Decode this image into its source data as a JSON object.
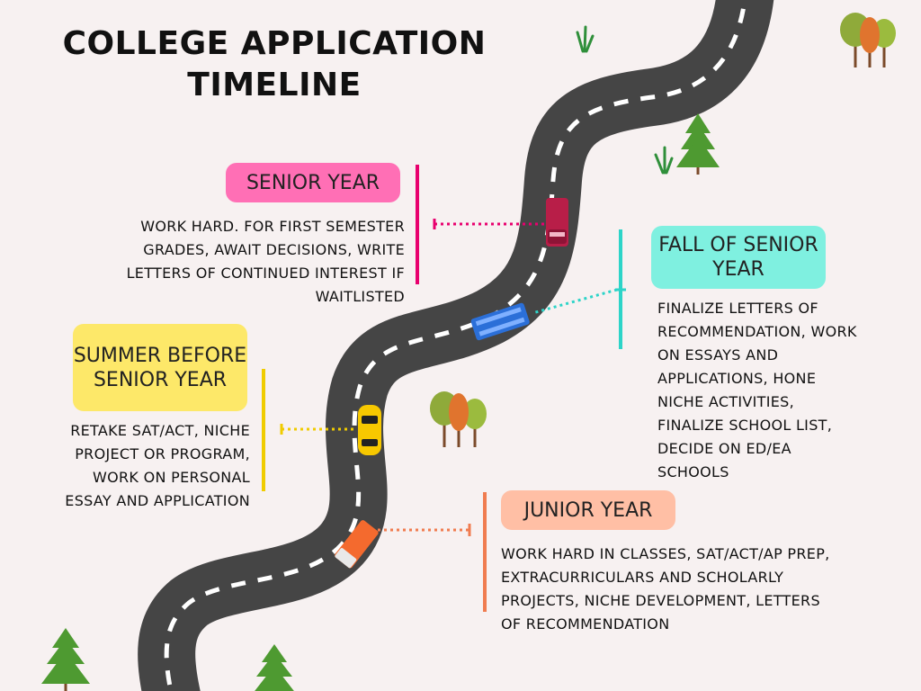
{
  "title": "COLLEGE APPLICATION TIMELINE",
  "stages": [
    {
      "label": "SENIOR YEAR",
      "description": "WORK HARD. FOR FIRST SEMESTER GRADES, AWAIT DECISIONS, WRITE LETTERS OF CONTINUED INTEREST IF WAITLISTED",
      "color": "#ff6fb5"
    },
    {
      "label": "FALL OF SENIOR YEAR",
      "description": "FINALIZE LETTERS OF RECOMMENDATION, WORK ON ESSAYS AND APPLICATIONS, HONE NICHE ACTIVITIES, FINALIZE SCHOOL LIST, DECIDE ON ED/EA SCHOOLS",
      "color": "#7ff0e0"
    },
    {
      "label": "SUMMER BEFORE SENIOR YEAR",
      "description": "RETAKE SAT/ACT, NICHE PROJECT OR PROGRAM, WORK ON PERSONAL ESSAY AND APPLICATION",
      "color": "#fde869"
    },
    {
      "label": "JUNIOR YEAR",
      "description": "WORK HARD IN CLASSES, SAT/ACT/AP PREP, EXTRACURRICULARS AND SCHOLARLY PROJECTS, NICHE DEVELOPMENT, LETTERS OF RECOMMENDATION",
      "color": "#ffbfa5"
    }
  ],
  "colors": {
    "background": "#f7f1f1",
    "road": "#454545",
    "road_markings": "#ffffff",
    "senior_connector": "#e8006e",
    "fall_connector": "#2dd4c8",
    "summer_connector": "#f0cc00",
    "junior_connector": "#f07c50"
  },
  "vehicles": [
    {
      "name": "red-truck-icon",
      "color": "#b81e48"
    },
    {
      "name": "blue-bus-icon",
      "color": "#2b6fd8"
    },
    {
      "name": "yellow-car-icon",
      "color": "#f7c800"
    },
    {
      "name": "orange-truck-icon",
      "color": "#f46a2e"
    }
  ],
  "decorations": [
    "pine-tree-icon",
    "deciduous-trees-icon",
    "grass-tuft-icon"
  ]
}
